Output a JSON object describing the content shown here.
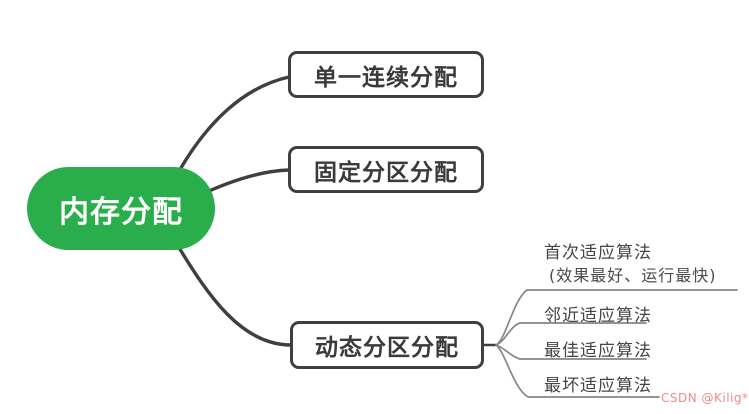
{
  "colors": {
    "root_fill": "#2aae4c",
    "root_text": "#ffffff",
    "branch_border": "#423e3e",
    "branch_text": "#3a3a3a",
    "leaf_text": "#454545",
    "leaf_line": "#868686",
    "watermark_text_color": "#ef8a8a"
  },
  "root": {
    "label": "内存分配"
  },
  "branches": [
    {
      "label": "单一连续分配"
    },
    {
      "label": "固定分区分配"
    },
    {
      "label": "动态分区分配",
      "children": [
        {
          "label": "首次适应算法",
          "note": "(效果最好、运行最快)"
        },
        {
          "label": "邻近适应算法"
        },
        {
          "label": "最佳适应算法"
        },
        {
          "label": "最坏适应算法"
        }
      ]
    }
  ],
  "watermark": {
    "text": "CSDN @Kilig*"
  }
}
